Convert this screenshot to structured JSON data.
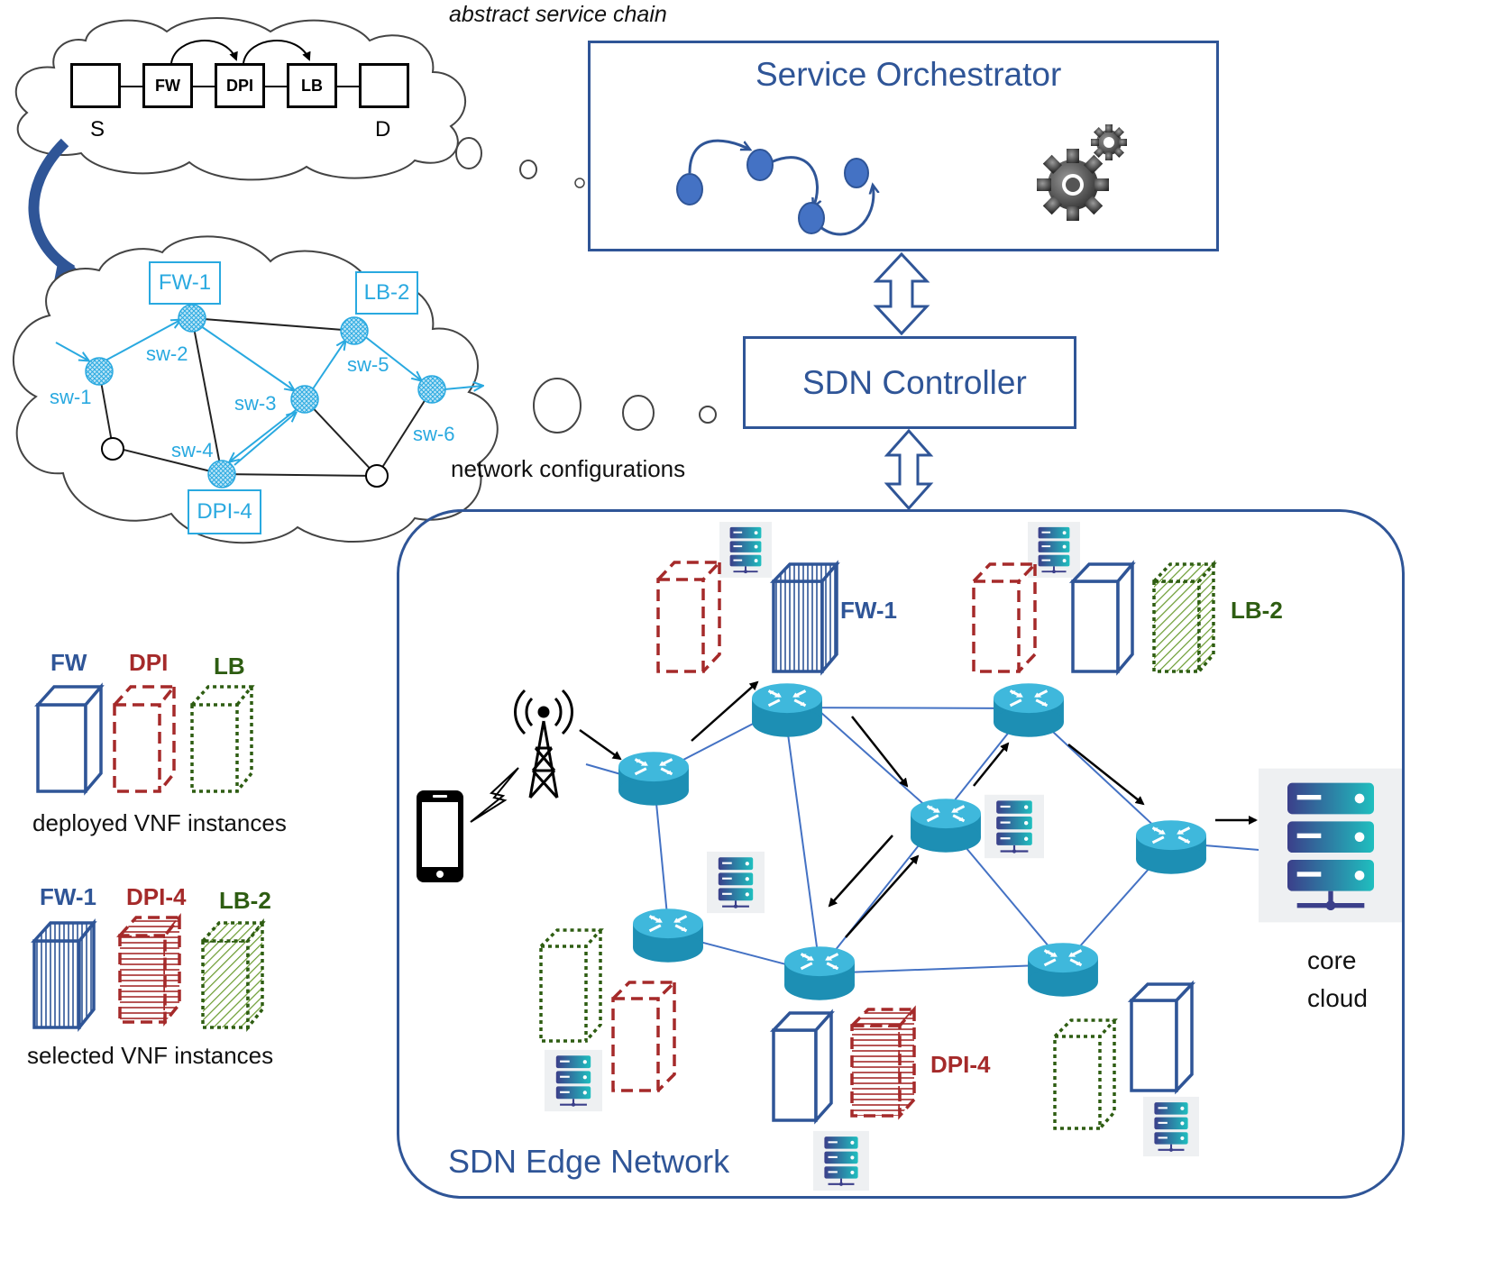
{
  "abstract_chain": {
    "caption": "abstract service chain",
    "source_label": "S",
    "dest_label": "D",
    "nodes": [
      "FW",
      "DPI",
      "LB"
    ]
  },
  "physical_chain": {
    "switches": [
      "sw-1",
      "sw-2",
      "sw-3",
      "sw-4",
      "sw-5",
      "sw-6"
    ],
    "instances": [
      "FW-1",
      "LB-2",
      "DPI-4"
    ],
    "caption": "network configurations"
  },
  "orchestrator": {
    "title": "Service Orchestrator"
  },
  "controller": {
    "title": "SDN Controller"
  },
  "edge": {
    "title": "SDN Edge Network",
    "fw_label": "FW-1",
    "lb_label": "LB-2",
    "dpi_label": "DPI-4",
    "core_line1": "core",
    "core_line2": "cloud"
  },
  "legend": {
    "deployed_caption": "deployed VNF instances",
    "selected_caption": "selected VNF instances",
    "deployed": [
      "FW",
      "DPI",
      "LB"
    ],
    "selected": [
      "FW-1",
      "DPI-4",
      "LB-2"
    ]
  },
  "colors": {
    "blue": "#2f5597",
    "red": "#a52a2a",
    "green": "#2e5d12",
    "cyan": "#29a9e0",
    "router": "#3fb3d8"
  }
}
